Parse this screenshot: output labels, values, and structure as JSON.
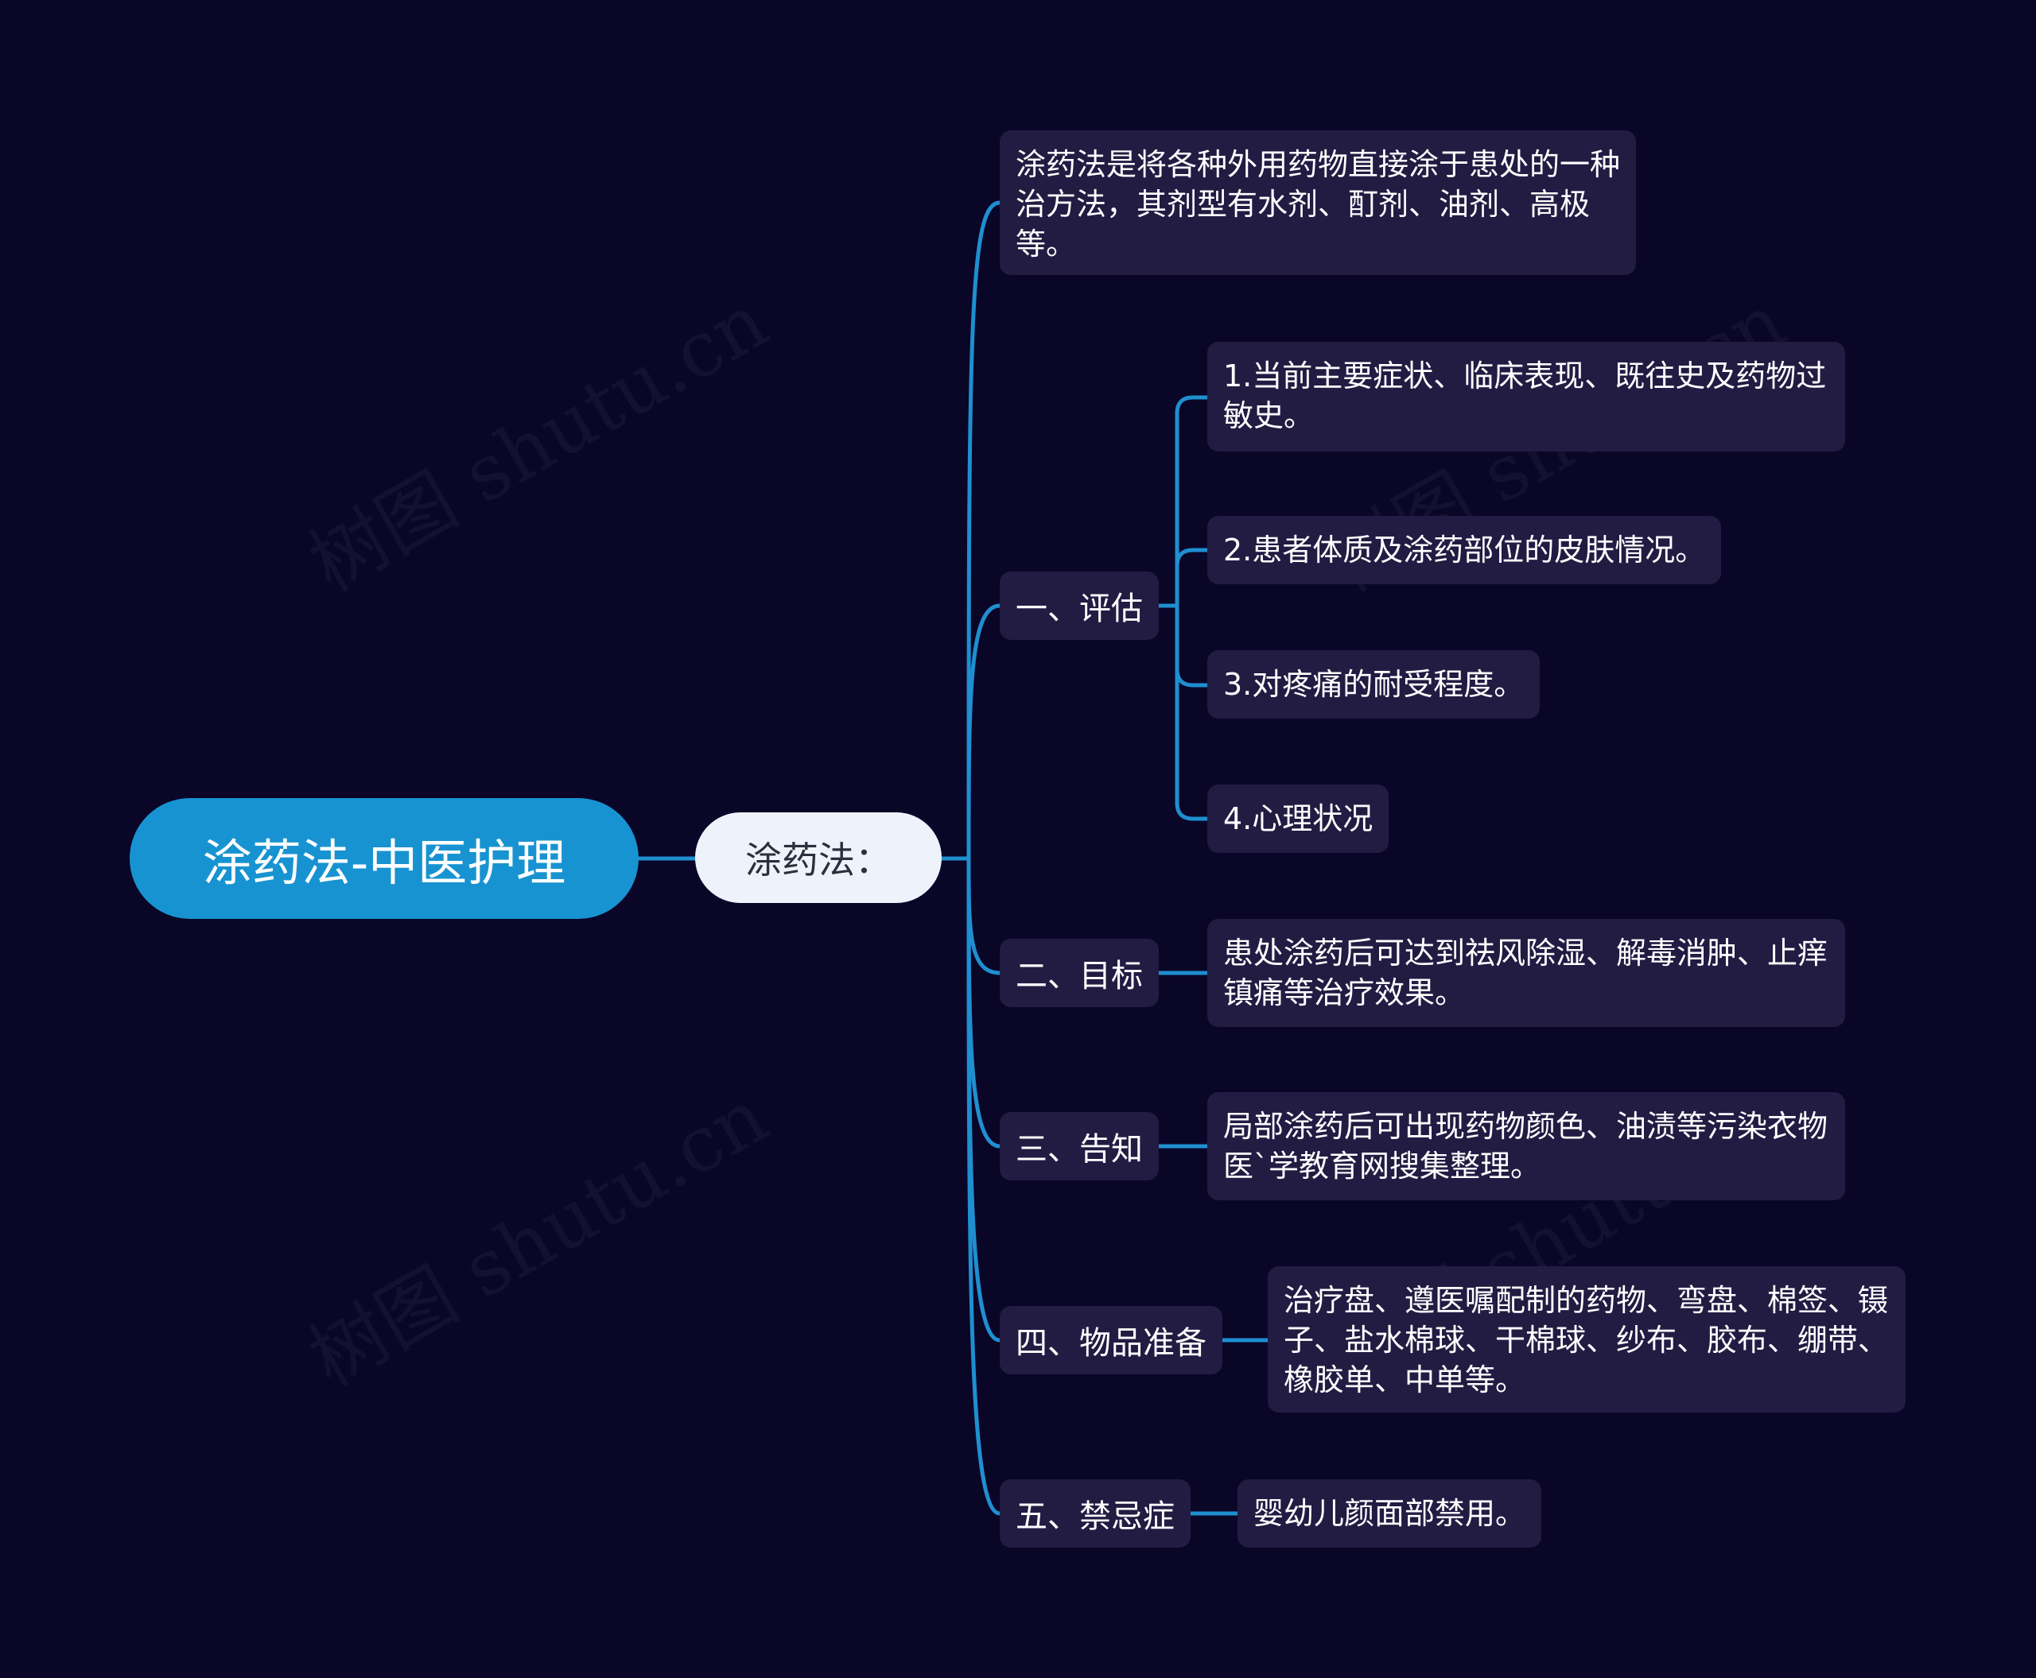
{
  "watermark": "树图 shutu.cn",
  "colors": {
    "background": "#0a0628",
    "root": "#1893d1",
    "connector": "#1f8fd0",
    "sub": "#eef3fb",
    "box": "#221c43"
  },
  "root": {
    "label": "涂药法-中医护理"
  },
  "sub": {
    "label": "涂药法："
  },
  "intro": {
    "text": "涂药法是将各种外用药物直接涂于患处的一种治方法，其剂型有水剂、酊剂、油剂、高极等。"
  },
  "categories": [
    {
      "label": "一、评估",
      "children": [
        "1.当前主要症状、临床表现、既往史及药物过敏史。",
        "2.患者体质及涂药部位的皮肤情况。",
        "3.对疼痛的耐受程度。",
        "4.心理状况"
      ]
    },
    {
      "label": "二、目标",
      "children": [
        "患处涂药后可达到祛风除湿、解毒消肿、止痒镇痛等治疗效果。"
      ]
    },
    {
      "label": "三、告知",
      "children": [
        "局部涂药后可出现药物颜色、油渍等污染衣物医`学教育网搜集整理。"
      ]
    },
    {
      "label": "四、物品准备",
      "children": [
        "治疗盘、遵医嘱配制的药物、弯盘、棉签、镊子、盐水棉球、干棉球、纱布、胶布、绷带、橡胶单、中单等。"
      ]
    },
    {
      "label": "五、禁忌症",
      "children": [
        "婴幼儿颜面部禁用。"
      ]
    }
  ]
}
